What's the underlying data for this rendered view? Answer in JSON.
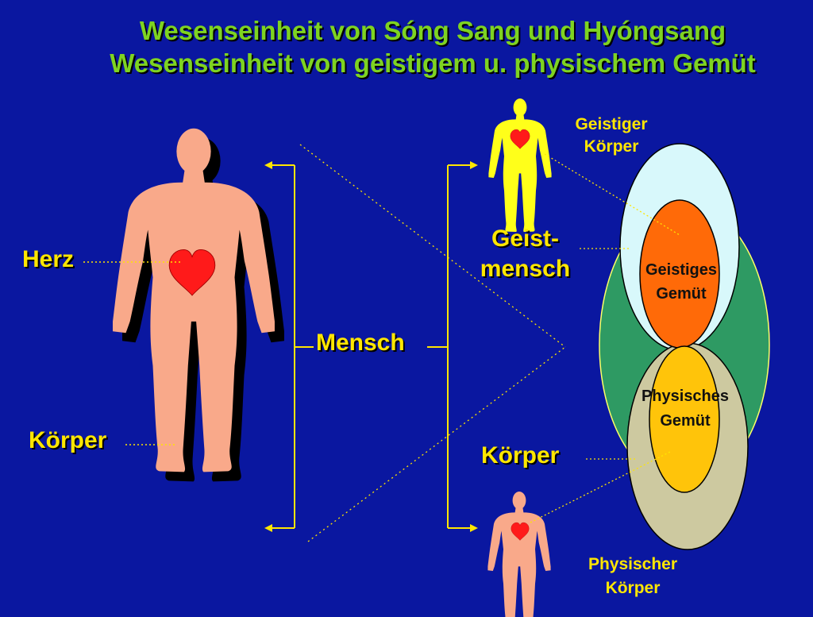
{
  "title": {
    "line1": "Wesenseinheit von Sóng Sang und Hyóngsang",
    "line2": "Wesenseinheit von geistigem u. physischem Gemüt"
  },
  "left": {
    "herz": "Herz",
    "koerper": "Körper"
  },
  "center": {
    "mensch": "Mensch"
  },
  "right": {
    "geistmensch_line1": "Geist-",
    "geistmensch_line2": "mensch",
    "koerper": "Körper",
    "geistiger_koerper_line1": "Geistiger",
    "geistiger_koerper_line2": "Körper",
    "physischer_koerper_line1": "Physischer",
    "physischer_koerper_line2": "Körper",
    "geistiges_gemuet_line1": "Geistiges",
    "geistiges_gemuet_line2": "Gemüt",
    "physisches_gemuet_line1": "Physisches",
    "physisches_gemuet_line2": "Gemüt"
  },
  "colors": {
    "background": "#0a17a0",
    "title_green": "#7ed321",
    "label_yellow": "#ffe600",
    "body_skin": "#f9a98a",
    "spirit_body_yellow": "#ffff1a",
    "heart_red": "#ff1a1a",
    "outer_green": "#2e9a63",
    "spirit_oval_light": "#d8f8fb",
    "spirit_mind_orange": "#ff6a08",
    "physical_oval_khaki": "#cdc9a0",
    "physical_mind_gold": "#ffc40a"
  }
}
